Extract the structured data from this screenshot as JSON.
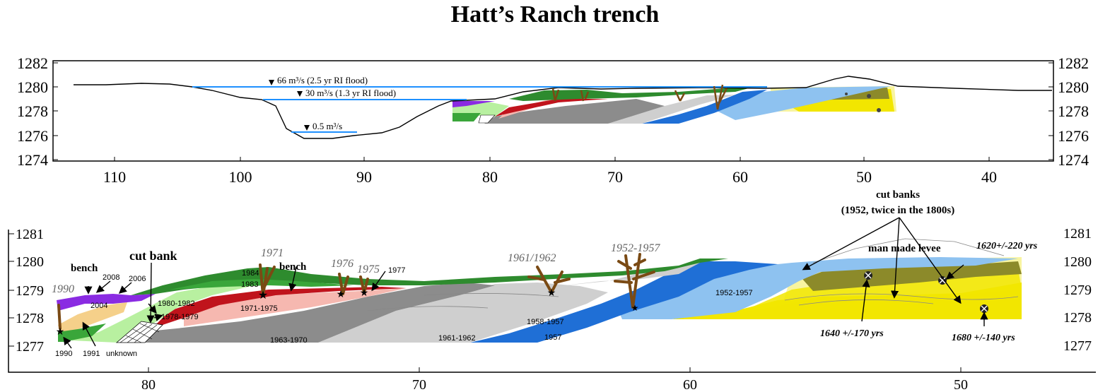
{
  "title": "Hatt’s Ranch trench",
  "top_panel": {
    "y_ticks": [
      "1282",
      "1280",
      "1278",
      "1276",
      "1274"
    ],
    "x_ticks": [
      "110",
      "100",
      "90",
      "80",
      "70",
      "60",
      "50",
      "40"
    ],
    "flood_66": "66 m³/s (2.5 yr RI flood)",
    "flood_30": "30 m³/s (1.3 yr RI flood)",
    "flow_05": "0.5 m³/s"
  },
  "bottom_panel": {
    "y_ticks": [
      "1281",
      "1280",
      "1279",
      "1278",
      "1277"
    ],
    "x_ticks": [
      "80",
      "70",
      "60",
      "50"
    ],
    "labels": {
      "bench_left": "bench",
      "bench_mid": "bench",
      "cut_bank": "cut bank",
      "cut_banks_1": "cut banks",
      "cut_banks_2": "(1952, twice in the 1800s)",
      "man_made_levee": "man made levee",
      "y2008": "2008",
      "y2006": "2006",
      "y2004": "2004",
      "y1990_low": "1990",
      "y1991": "1991",
      "unknown": "unknown",
      "y1984": "1984",
      "y1983": "1983",
      "y1980_1982": "1980-1982",
      "y1978_1979": "1978-1979",
      "y1971_1975": "1971-1975",
      "y1977": "1977",
      "y1963_1970": "1963-1970",
      "y1961_1962": "1961-1962",
      "y1958_1957": "1958-1957",
      "y1957": "1957",
      "y1952_1957": "1952-1957"
    },
    "tree_labels": {
      "t1990": "1990",
      "t1971": "1971",
      "t1976": "1976",
      "t1975": "1975",
      "t1961": "1961/1962",
      "t1952": "1952-1957"
    },
    "dates": {
      "d1640": "1640 +/-170 yrs",
      "d1620": "1620+/-220 yrs",
      "d1680": "1680 +/-140 yrs"
    }
  },
  "colors": {
    "purple": "#8a2be2",
    "dark_green": "#2e8b2e",
    "green": "#3aa63a",
    "light_green": "#b8f0a0",
    "tan": "#f5d08a",
    "red": "#c0141c",
    "pink": "#f6b8b0",
    "dark_gray": "#8c8c8c",
    "light_gray": "#cfcfcf",
    "blue": "#1f6fd6",
    "light_blue": "#8ec2f0",
    "olive": "#8c8a2a",
    "yellow": "#f2e600",
    "pale_yellow": "#f8f4a0",
    "water_line": "#1e90ff",
    "trunk": "#7a4a14"
  }
}
